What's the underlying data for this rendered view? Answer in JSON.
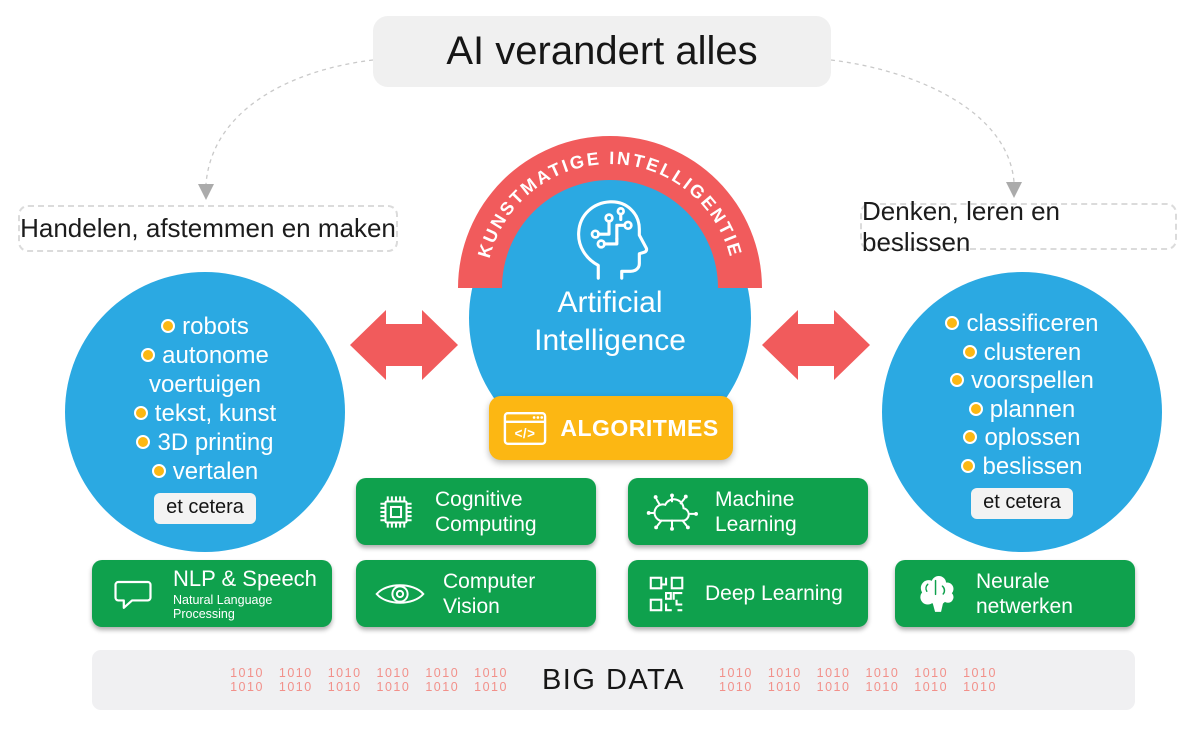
{
  "title": "AI verandert alles",
  "annotations": {
    "left": "Handelen, afstemmen en maken",
    "right": "Denken, leren en beslissen"
  },
  "center": {
    "arc_label": "KUNSTMATIGE INTELLIGENTIE",
    "name_line1": "Artificial",
    "name_line2": "Intelligence",
    "algorithms_label": "ALGORITMES",
    "algorithms_icon_glyph": "</>"
  },
  "left_circle": {
    "items": [
      "robots",
      "autonome voertuigen",
      "tekst, kunst",
      "3D printing",
      "vertalen"
    ],
    "more_label": "et cetera"
  },
  "right_circle": {
    "items": [
      "classificeren",
      "clusteren",
      "voorspellen",
      "plannen",
      "oplossen",
      "beslissen"
    ],
    "more_label": "et cetera"
  },
  "capabilities": {
    "cognitive": {
      "line1": "Cognitive",
      "line2": "Computing"
    },
    "ml": {
      "line1": "Machine",
      "line2": "Learning"
    },
    "nlp": {
      "title": "NLP & Speech",
      "subtitle": "Natural Language Processing"
    },
    "cv": {
      "title": "Computer Vision"
    },
    "dl": {
      "title": "Deep Learning"
    },
    "nn": {
      "line1": "Neurale",
      "line2": "netwerken"
    }
  },
  "big_data": {
    "label": "BIG DATA",
    "binary_digits": "1010",
    "groups_per_side": 6
  },
  "colors": {
    "blue": "#2BA9E2",
    "red": "#F15B5C",
    "yellow": "#FCB713",
    "green": "#0FA14D",
    "panel_gray": "#F0F0F1",
    "binary_red": "#F2908A",
    "bullet_yellow": "#FCB813"
  }
}
